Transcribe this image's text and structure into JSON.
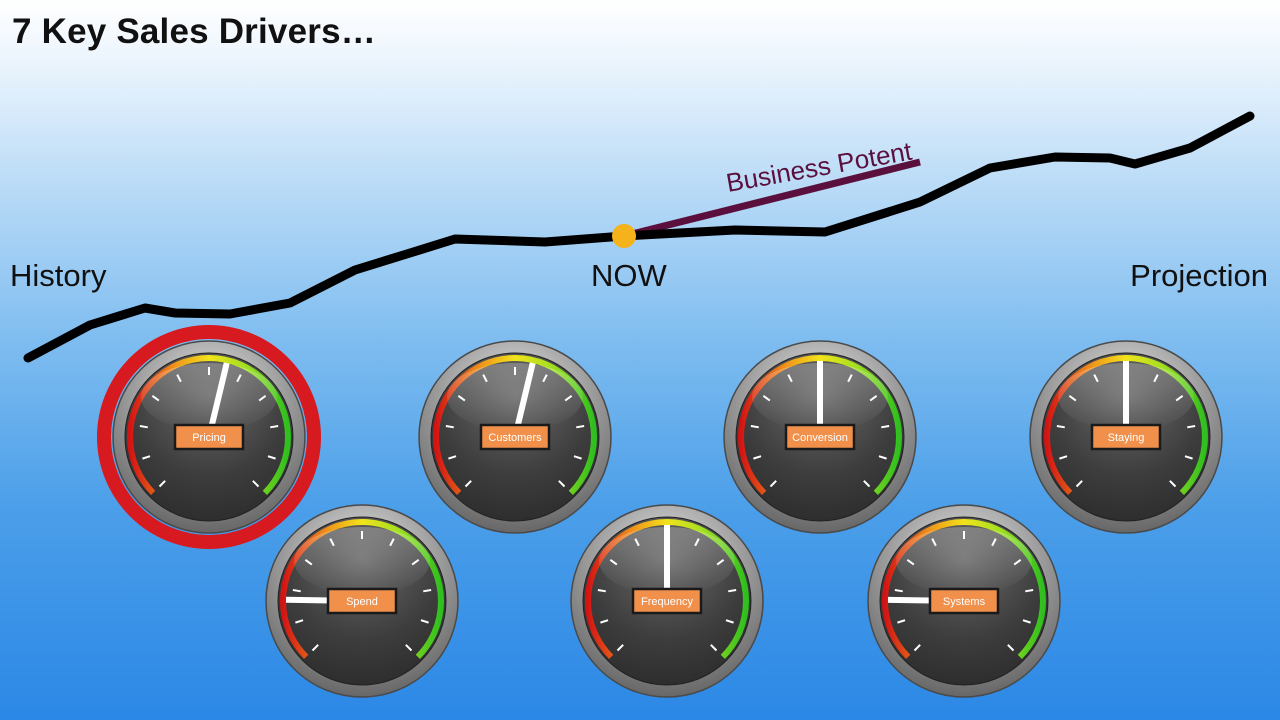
{
  "title": "7 Key Sales Drivers…",
  "timeline": {
    "history_label": "History",
    "now_label": "NOW",
    "projection_label": "Projection",
    "potential_label": "Business Potent"
  },
  "colors": {
    "trend_line": "#000000",
    "now_marker": "#f5b21a",
    "potential_line": "#5a0f3c",
    "highlight_ring": "#d71920",
    "gauge_label_bg": "#f0904a"
  },
  "gauges": [
    {
      "label": "Pricing",
      "level": 0.55,
      "highlighted": true
    },
    {
      "label": "Customers",
      "level": 0.55,
      "highlighted": false
    },
    {
      "label": "Conversion",
      "level": 0.5,
      "highlighted": false
    },
    {
      "label": "Staying",
      "level": 0.5,
      "highlighted": false
    },
    {
      "label": "Spend",
      "level": 0.17,
      "highlighted": false
    },
    {
      "label": "Frequency",
      "level": 0.5,
      "highlighted": false
    },
    {
      "label": "Systems",
      "level": 0.17,
      "highlighted": false
    }
  ]
}
